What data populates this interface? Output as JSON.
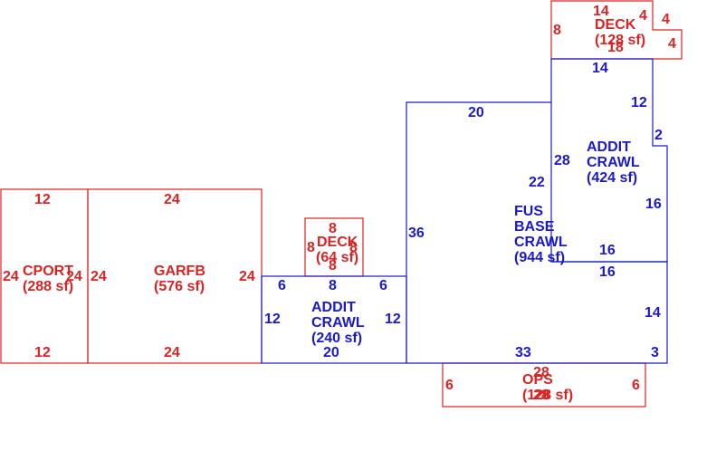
{
  "colors": {
    "red": "#dd2222",
    "blue": "#1a1acc"
  },
  "areas": {
    "cport": {
      "name": "CPORT",
      "area": "(288 sf)"
    },
    "garfb": {
      "name": "GARFB",
      "area": "(576 sf)"
    },
    "deck_small": {
      "name": "DECK",
      "area": "(64 sf)"
    },
    "addit_crawl_240": {
      "line1": "ADDIT",
      "line2": "CRAWL",
      "area": "(240 sf)"
    },
    "fus_base_crawl": {
      "line1": "FUS",
      "line2": "BASE",
      "line3": "CRAWL",
      "area": "(944 sf)"
    },
    "addit_crawl_424": {
      "line1": "ADDIT",
      "line2": "CRAWL",
      "area": "(424 sf)"
    },
    "deck_top": {
      "name": "DECK",
      "area": "(128 sf)"
    },
    "ops": {
      "name": "OPS",
      "area": "(128 sf)"
    }
  },
  "dims": {
    "cport": {
      "top": "12",
      "bottom": "12",
      "left": "24",
      "right": "24"
    },
    "garfb": {
      "top": "24",
      "bottom": "24",
      "left": "24",
      "right": "24"
    },
    "deck_small": {
      "top": "8",
      "left": "8",
      "right": "8",
      "bottom": "8"
    },
    "addit_crawl_240": {
      "top_left": "6",
      "top_mid": "8",
      "top_right": "6",
      "left": "12",
      "right": "12",
      "bottom": "20"
    },
    "fus_base": {
      "top": "20",
      "left": "36",
      "inner_left": "22",
      "bottom": "33",
      "right_lower": "14",
      "right_bottom": "3",
      "mid_horizontal": "16"
    },
    "addit_crawl_424": {
      "top": "14",
      "right_top": "12",
      "notch": "2",
      "left": "28",
      "right": "16",
      "bottom": "16"
    },
    "deck_top": {
      "top": "14",
      "left": "8",
      "right_a": "4",
      "right_b": "4",
      "right_c": "4",
      "bottom": "18"
    },
    "ops": {
      "top": "28",
      "left": "6",
      "right": "6",
      "bottom": "28"
    }
  }
}
